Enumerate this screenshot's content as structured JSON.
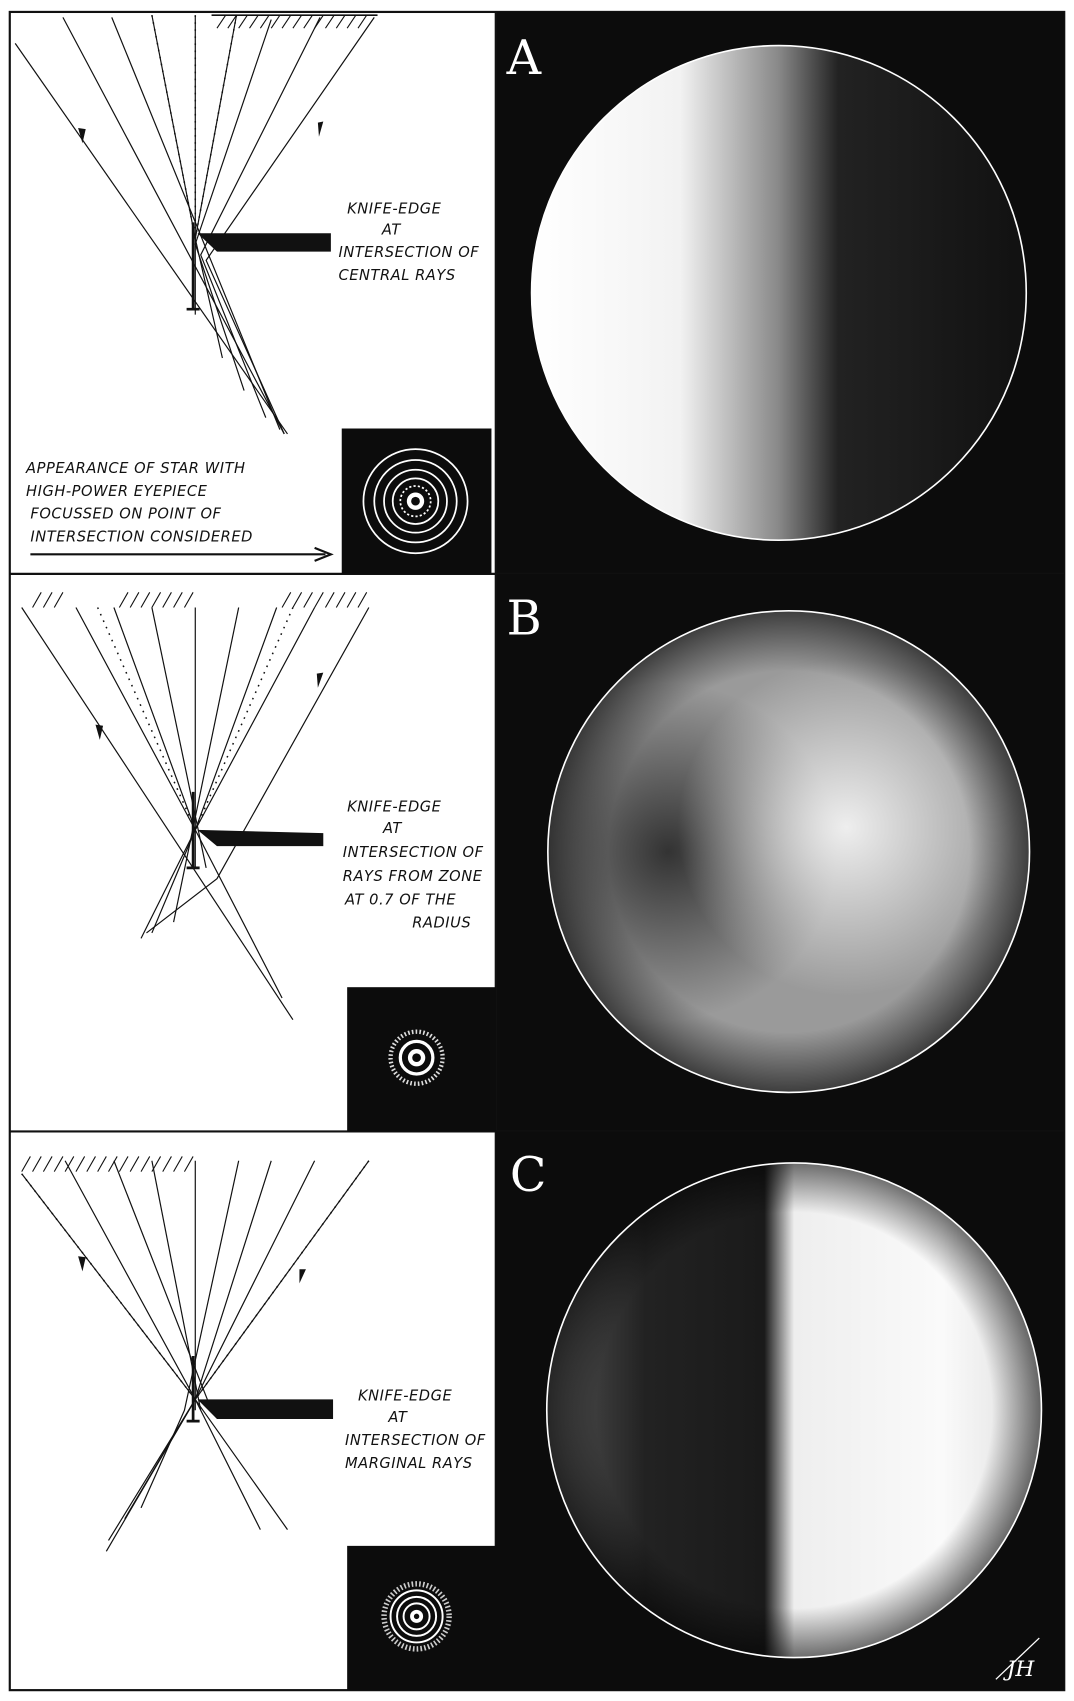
{
  "panels": [
    {
      "letter": "A",
      "caption": [
        "KNIFE-EDGE",
        "AT",
        "INTERSECTION OF",
        "CENTRAL RAYS"
      ],
      "star_note": [
        "APPEARANCE OF STAR WITH",
        "HIGH-POWER EYEPIECE",
        "FOCUSSED ON POINT OF",
        "INTERSECTION CONSIDERED"
      ]
    },
    {
      "letter": "B",
      "caption": [
        "KNIFE-EDGE",
        "AT",
        "INTERSECTION OF",
        "RAYS FROM ZONE",
        "AT 0.7 OF THE",
        "RADIUS"
      ]
    },
    {
      "letter": "C",
      "caption": [
        "KNIFE-EDGE",
        "AT",
        "INTERSECTION OF",
        "MARGINAL RAYS"
      ]
    }
  ],
  "signature": "JH",
  "colors": {
    "ink": "#111111",
    "paper": "#ffffff"
  }
}
